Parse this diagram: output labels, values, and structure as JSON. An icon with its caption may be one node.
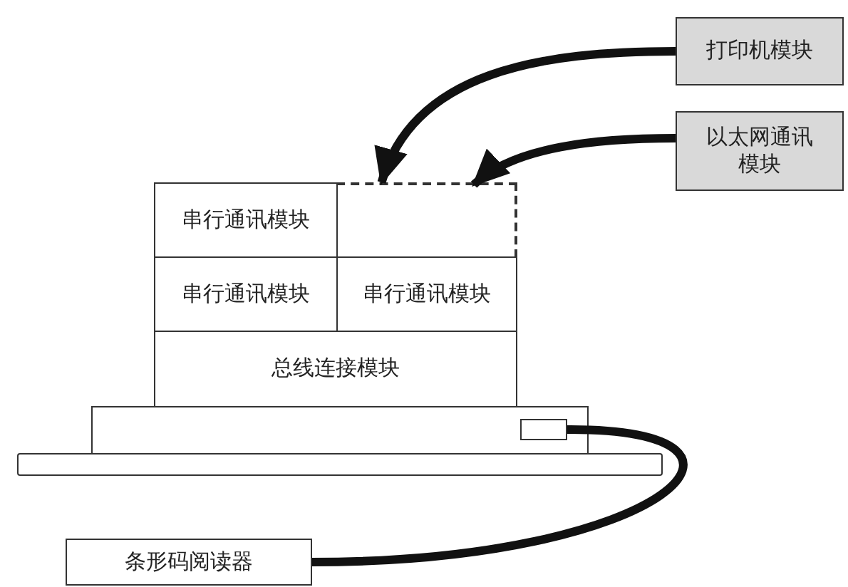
{
  "diagram": {
    "nodes": [
      {
        "text": [
          "打印机模块"
        ]
      },
      {
        "text": [
          "以太网通讯模块"
        ]
      },
      {
        "text": [
          "串行通讯模块"
        ]
      },
      {
        "text": [],
        "shape": "box"
      },
      {
        "text": [
          "串行通讯模块"
        ]
      },
      {
        "text": [
          "串行通讯模块"
        ]
      },
      {
        "text": [
          "总线连接模块"
        ]
      },
      {
        "text": [],
        "shape": "box"
      },
      {
        "text": [],
        "shape": "bar"
      },
      {
        "text": [],
        "shape": "box",
        "in": 7
      },
      {
        "text": [
          "条形码阅读器"
        ]
      }
    ],
    "edges": [
      {
        "from": 0,
        "to": 3,
        "arrow": "to"
      },
      {
        "from": 1,
        "to": 3,
        "arrow": "to"
      },
      {
        "from": 10,
        "to": 9,
        "arrow": "none"
      }
    ]
  }
}
